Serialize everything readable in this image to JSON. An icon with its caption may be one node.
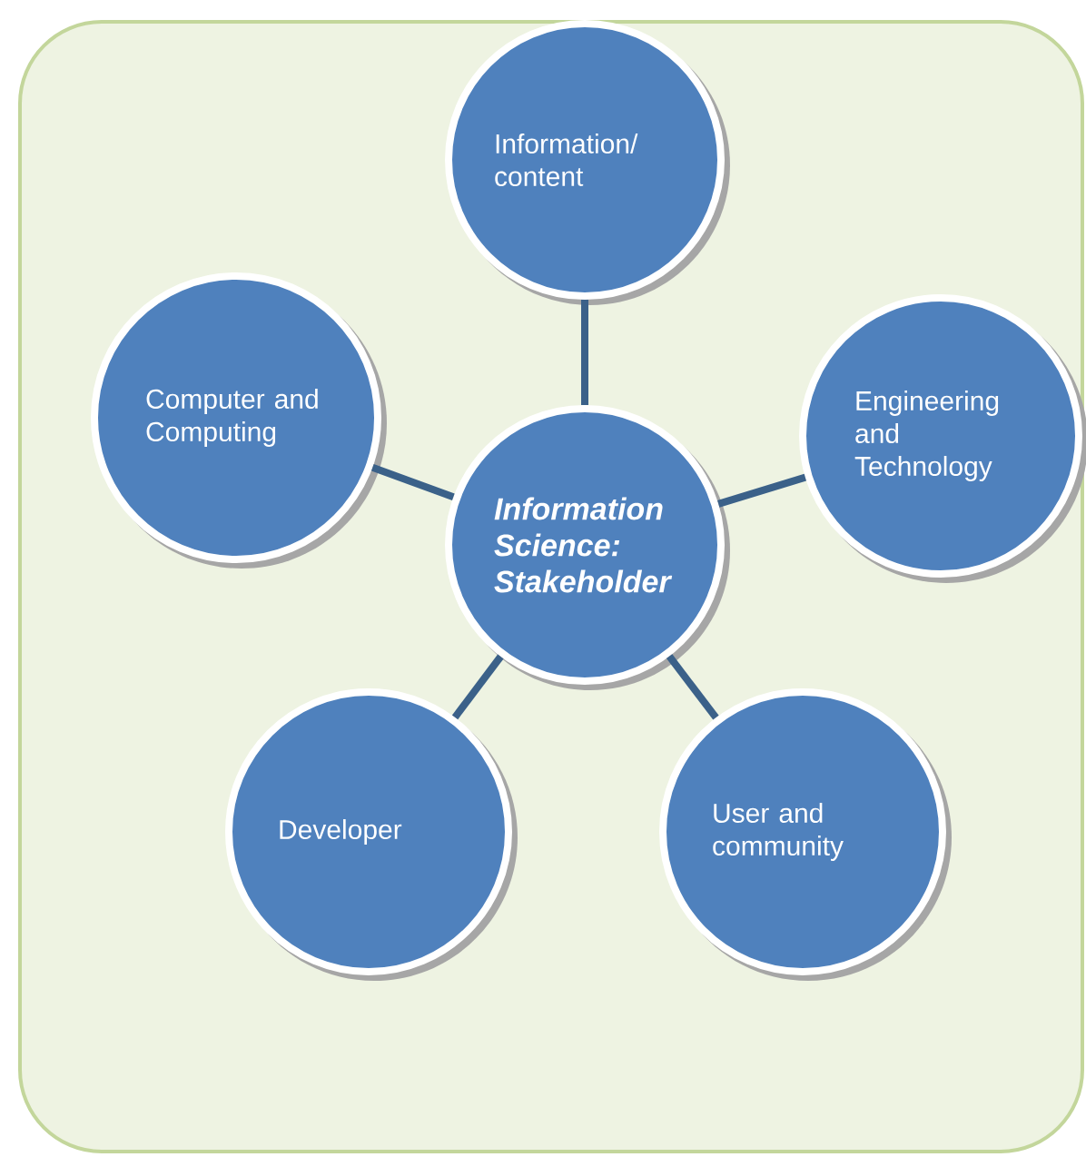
{
  "diagram": {
    "nodes": [
      {
        "text": [
          "Information Science: Stakeholder"
        ]
      },
      {
        "text": [
          "Information/ content"
        ]
      },
      {
        "text": [
          "Engineering and Technology"
        ]
      },
      {
        "text": [
          "User and community"
        ]
      },
      {
        "text": [
          "Developer"
        ]
      },
      {
        "text": [
          "Computer and Computing"
        ]
      }
    ],
    "edges": [
      {
        "from": 0,
        "to": 1,
        "arrow": "none"
      },
      {
        "from": 0,
        "to": 2,
        "arrow": "none"
      },
      {
        "from": 0,
        "to": 3,
        "arrow": "none"
      },
      {
        "from": 0,
        "to": 4,
        "arrow": "none"
      },
      {
        "from": 0,
        "to": 5,
        "arrow": "none"
      }
    ]
  }
}
